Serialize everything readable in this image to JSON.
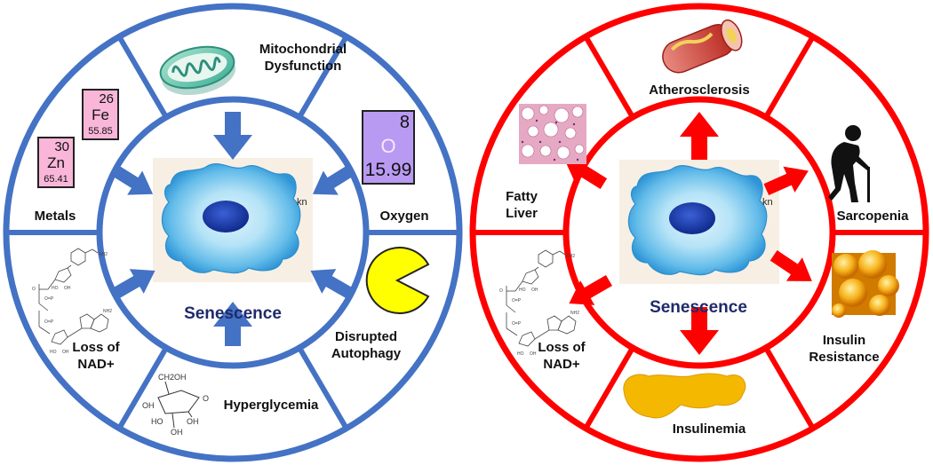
{
  "left_panel": {
    "center_label": "Senescence",
    "center_annotation": "kn",
    "segments": {
      "mitochondrial": [
        "Mitochondrial",
        "Dysfunction"
      ],
      "oxygen": "Oxygen",
      "autophagy": [
        "Disrupted",
        "Autophagy"
      ],
      "hyperglycemia": "Hyperglycemia",
      "nad": [
        "Loss of",
        "NAD+"
      ],
      "metals": "Metals"
    },
    "element_tiles": {
      "iron": {
        "number": "26",
        "symbol": "Fe",
        "mass": "55.85"
      },
      "zinc": {
        "number": "30",
        "symbol": "Zn",
        "mass": "65.41"
      },
      "oxygen": {
        "number": "8",
        "symbol": "O",
        "mass": "15.99"
      }
    }
  },
  "right_panel": {
    "center_label": "Senescence",
    "center_annotation": "kn",
    "segments": {
      "atherosclerosis": "Atherosclerosis",
      "sarcopenia": "Sarcopenia",
      "insulin_resistance": [
        "Insulin",
        "Resistance"
      ],
      "insulinemia": "Insulinemia",
      "nad": [
        "Loss of",
        "NAD+"
      ],
      "fatty_liver": [
        "Fatty",
        "Liver"
      ]
    }
  },
  "colors": {
    "left_ring": "#4472c4",
    "right_ring": "#ff0000",
    "cell_outer": "#8fd0f0",
    "cell_nucleus": "#1a3aa8",
    "tile_pink": "#f9b6d8",
    "tile_purple": "#b99af2",
    "label_text": "#111111",
    "senescence_text": "#1f2a6b"
  }
}
